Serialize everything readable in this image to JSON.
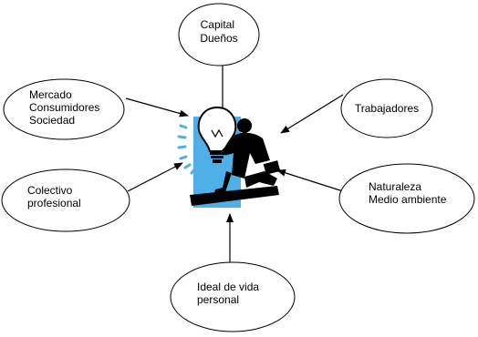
{
  "nodes": {
    "capital": {
      "lines": [
        "Capital",
        "Dueños"
      ]
    },
    "mercado": {
      "lines": [
        "Mercado",
        "Consumidores",
        "Sociedad"
      ]
    },
    "trabajadores": {
      "lines": [
        "Trabajadores"
      ]
    },
    "colectivo": {
      "lines": [
        "Colectivo",
        "profesional"
      ]
    },
    "naturaleza": {
      "lines": [
        "Naturaleza",
        "Medio ambiente"
      ]
    },
    "ideal": {
      "lines": [
        "Ideal de vida",
        "personal"
      ]
    }
  },
  "center_image": {
    "icon": "businessman-with-lightbulb-clipart",
    "colors": {
      "highlight": "#4fb0e8",
      "figure": "#000000"
    }
  }
}
